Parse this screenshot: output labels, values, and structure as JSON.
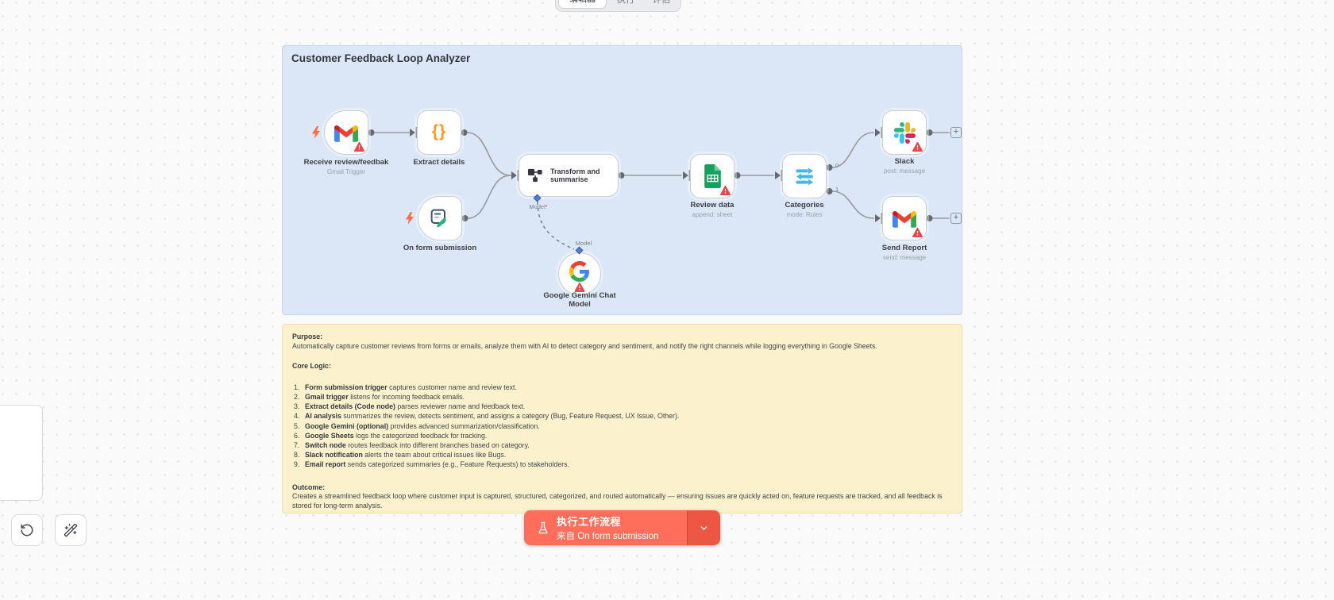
{
  "tabs": {
    "editor": "编辑器",
    "executions": "执行",
    "evaluations": "评估"
  },
  "workflow_zone": {
    "title": "Customer Feedback Loop Analyzer"
  },
  "nodes": {
    "gmail_trigger": {
      "label": "Receive review/feedbak",
      "subtitle": "Gmail Trigger"
    },
    "extract_details": {
      "label": "Extract details"
    },
    "form_trigger": {
      "label": "On form submission"
    },
    "transform": {
      "label_line1": "Transform and",
      "label_line2": "summarise",
      "model_port_label": "Model",
      "model_required_mark": "*"
    },
    "gemini": {
      "port_label": "Model",
      "label_line1": "Google Gemini Chat",
      "label_line2": "Model"
    },
    "review_data": {
      "label": "Review data",
      "subtitle": "append: sheet"
    },
    "categories": {
      "label": "Categories",
      "subtitle": "mode: Rules",
      "output0_label": "0",
      "output1_label": "1"
    },
    "slack": {
      "label": "Slack",
      "subtitle": "post: message"
    },
    "send_report": {
      "label": "Send Report",
      "subtitle": "send: message"
    },
    "plus_label": "+"
  },
  "sticky_note": {
    "purpose_heading": "Purpose:",
    "purpose_text": "Automatically capture customer reviews from forms or emails, analyze them with AI to detect category and sentiment, and notify the right channels while logging everything in Google Sheets.",
    "core_logic_heading": "Core Logic:",
    "items": [
      {
        "bold": "Form submission trigger",
        "text": " captures customer name and review text."
      },
      {
        "bold": "Gmail trigger",
        "text": " listens for incoming feedback emails."
      },
      {
        "bold": "Extract details (Code node)",
        "text": " parses reviewer name and feedback text."
      },
      {
        "bold": "AI analysis",
        "text": " summarizes the review, detects sentiment, and assigns a category (Bug, Feature Request, UX Issue, Other)."
      },
      {
        "bold": "Google Gemini (optional)",
        "text": " provides advanced summarization/classification."
      },
      {
        "bold": "Google Sheets",
        "text": " logs the categorized feedback for tracking."
      },
      {
        "bold": "Switch node",
        "text": " routes feedback into different branches based on category."
      },
      {
        "bold": "Slack notification",
        "text": " alerts the team about critical issues like Bugs."
      },
      {
        "bold": "Email report",
        "text": " sends categorized summaries (e.g., Feature Requests) to stakeholders."
      }
    ],
    "outcome_heading": "Outcome:",
    "outcome_text": "Creates a streamlined feedback loop where customer input is captured, structured, categorized, and routed automatically — ensuring issues are quickly acted on, feature requests are tracked, and all feedback is stored for long-term analysis."
  },
  "execute_button": {
    "line1": "执行工作流程",
    "line2": "来自 On form submission"
  },
  "icons": [
    "gmail-icon",
    "code-braces-icon",
    "form-trigger-icon",
    "chain-icon",
    "google-g-icon",
    "google-sheets-icon",
    "switch-icon",
    "slack-icon",
    "warning-icon",
    "trigger-bolt-icon",
    "flask-icon",
    "chevron-down-icon",
    "undo-icon",
    "tidy-up-wand-icon",
    "plus-icon"
  ],
  "colors": {
    "execute_button": "#ff6e5b",
    "execute_dropdown": "#ec5643",
    "sticky_yellow": "#fcf1cd",
    "zone_blue": "#dbe7f6",
    "warning_red": "#e5484d",
    "port_diamond_blue": "#567cd0"
  }
}
